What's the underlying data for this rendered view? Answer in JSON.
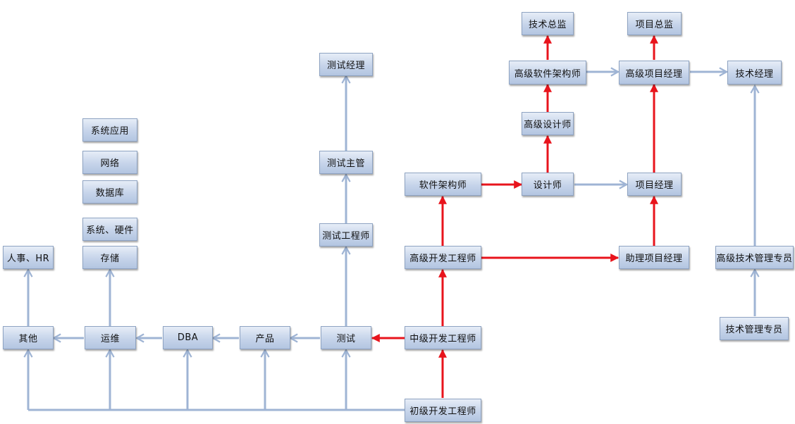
{
  "nodes": {
    "tech_director": "技术总监",
    "project_director": "项目总监",
    "test_manager": "测试经理",
    "senior_architect": "高级软件架构师",
    "senior_project_manager": "高级项目经理",
    "tech_manager": "技术经理",
    "sys_app": "系统应用",
    "senior_designer": "高级设计师",
    "network": "网络",
    "test_lead": "测试主管",
    "database": "数据库",
    "architect": "软件架构师",
    "designer": "设计师",
    "project_manager": "项目经理",
    "system_hardware": "系统、硬件",
    "test_engineer": "测试工程师",
    "hr": "人事、HR",
    "storage": "存储",
    "senior_dev": "高级开发工程师",
    "assistant_pm": "助理项目经理",
    "senior_tech_mgmt": "高级技术管理专员",
    "tech_mgmt": "技术管理专员",
    "other": "其他",
    "ops": "运维",
    "dba": "DBA",
    "product": "产品",
    "testing": "测试",
    "mid_dev": "中级开发工程师",
    "junior_dev": "初级开发工程师"
  },
  "colors": {
    "primary_path": "#e8141c",
    "secondary_path": "#9fb4d4",
    "node_border": "#8ea3c2"
  }
}
